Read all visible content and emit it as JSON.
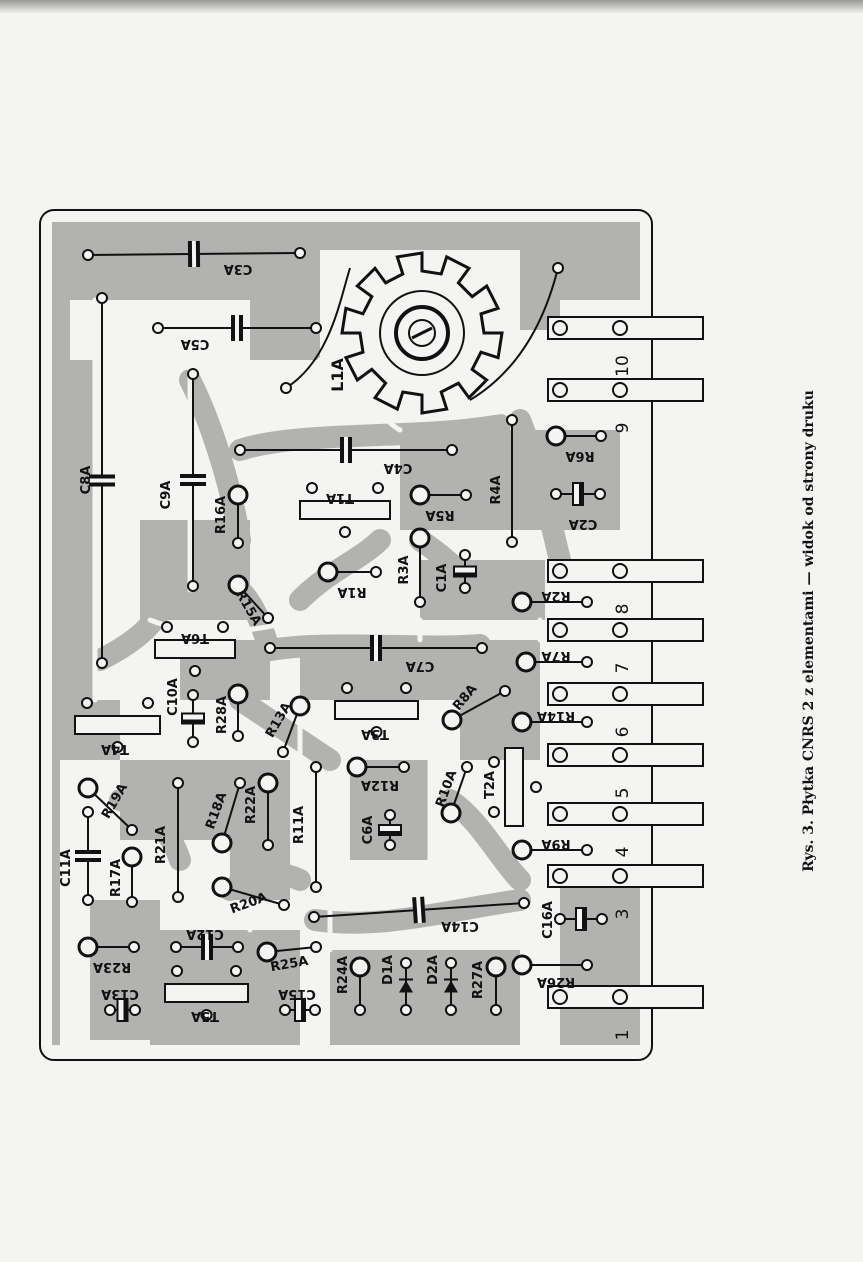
{
  "figure": {
    "caption": "Rys. 3. Płytka CNRS 2 z elementami — widok od strony druku"
  },
  "colors": {
    "paper": "#f4f4f2",
    "copper": "#b2b2b0",
    "ink": "#111111"
  },
  "components": [
    "C3A",
    "C5A",
    "C8A",
    "C9A",
    "C4A",
    "C7A",
    "L1A",
    "T1A",
    "R5A",
    "R4A",
    "R6A",
    "C2A",
    "R16A",
    "R15A",
    "T6A",
    "R1A",
    "R3A",
    "C1A",
    "R2A",
    "R7A",
    "R8A",
    "R14A",
    "T3A",
    "R13A",
    "C10A",
    "R28A",
    "T4A",
    "R12A",
    "R10A",
    "T2A",
    "R19A",
    "R18A",
    "R22A",
    "R11A",
    "C6A",
    "C11A",
    "R17A",
    "R21A",
    "R9A",
    "C14A",
    "R20A",
    "C16A",
    "C12A",
    "R23A",
    "R25A",
    "R24A",
    "D1A",
    "D2A",
    "R27A",
    "R26A",
    "C13A",
    "T5A",
    "C15A"
  ],
  "connector_pins": [
    "1",
    "3",
    "4",
    "5",
    "6",
    "7",
    "8",
    "9",
    "10"
  ]
}
